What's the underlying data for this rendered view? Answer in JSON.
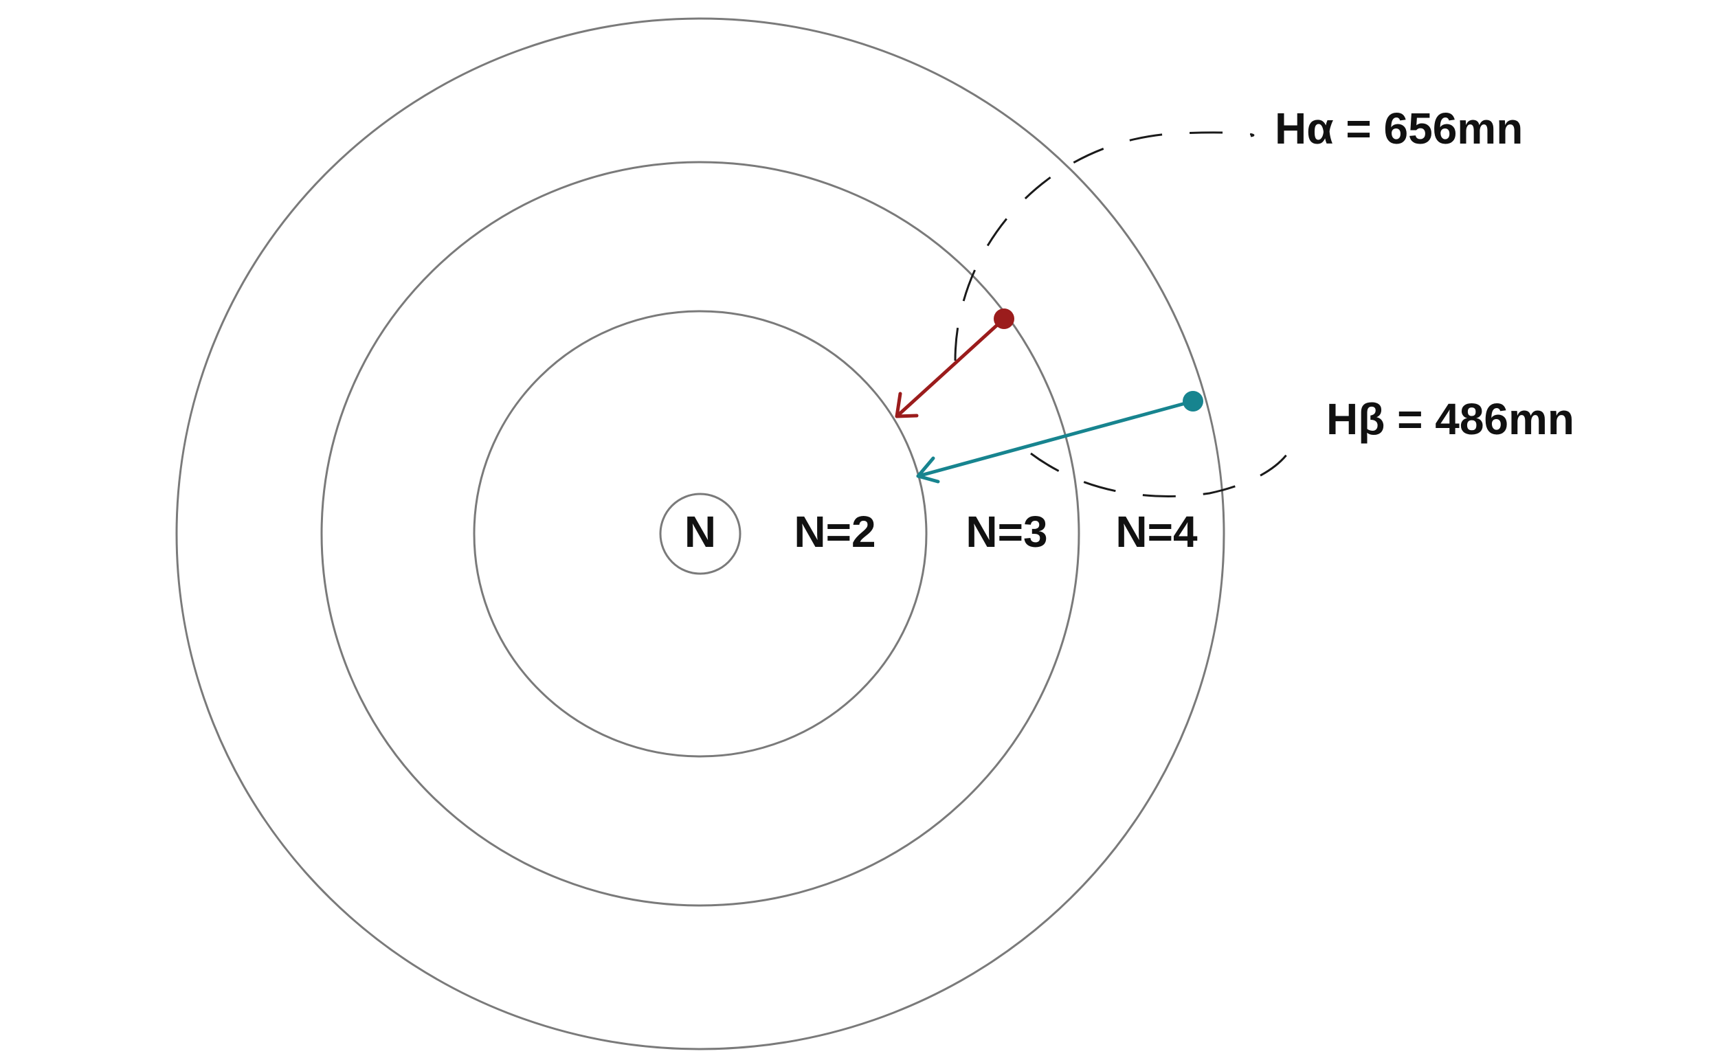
{
  "nucleus": {
    "label": "N"
  },
  "levels": [
    {
      "label": "N=2"
    },
    {
      "label": "N=3"
    },
    {
      "label": "N=4"
    }
  ],
  "transitions": [
    {
      "label": "Hα = 656mn",
      "color": "#9b1c1c"
    },
    {
      "label": "Hβ = 486mn",
      "color": "#17848f"
    }
  ]
}
